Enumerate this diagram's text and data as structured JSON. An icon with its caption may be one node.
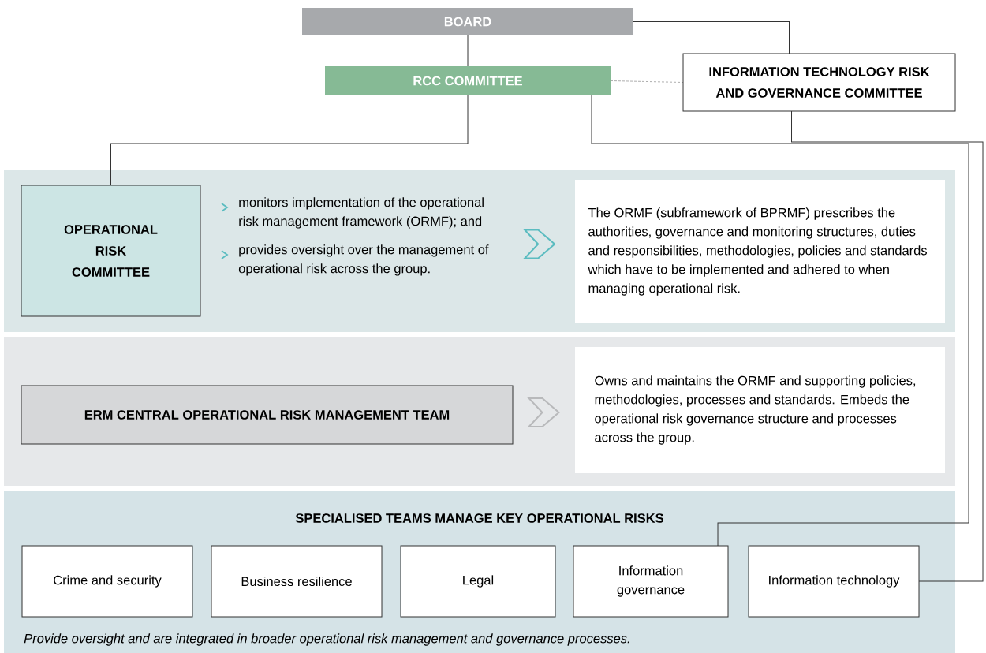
{
  "diagram": {
    "nodes": [
      {
        "text": [
          "BOARD"
        ]
      },
      {
        "text": [
          "RCC COMMITTEE"
        ]
      },
      {
        "text": [
          "INFORMATION TECHNOLOGY RISK AND GOVERNANCE COMMITTEE"
        ]
      },
      {
        "text": [],
        "shape": "box"
      },
      {
        "text": [
          "OPERATIONAL RISK COMMITTEE"
        ],
        "in": 3
      },
      {
        "text": [
          "monitors implementation of the operational risk management framework (ORMF); and",
          "provides oversight over the management of operational risk across the group."
        ],
        "in": 3
      },
      {
        "text": [
          "The ORMF (subframework of BPRMF) prescribes the authorities, governance and monitoring structures, duties and responsibilities, methodologies, policies and standards which have to be implemented and adhered to when managing operational risk."
        ],
        "in": 3
      },
      {
        "text": [],
        "shape": "box"
      },
      {
        "text": [
          "ERM CENTRAL OPERATIONAL RISK MANAGEMENT TEAM"
        ],
        "in": 7
      },
      {
        "text": [
          "Owns and maintains the ORMF and supporting policies, methodologies, processes and standards. Embeds the operational risk governance structure and processes across the group."
        ],
        "in": 7
      },
      {
        "text": [
          "SPECIALISED TEAMS MANAGE KEY OPERATIONAL RISKS",
          "Provide oversight and are integrated in broader operational risk management and governance processes."
        ]
      },
      {
        "text": [
          "Crime and security"
        ],
        "in": 10
      },
      {
        "text": [
          "Business resilience"
        ],
        "in": 10
      },
      {
        "text": [
          "Legal"
        ],
        "in": 10
      },
      {
        "text": [
          "Information governance"
        ],
        "in": 10
      },
      {
        "text": [
          "Information technology"
        ],
        "in": 10
      }
    ],
    "edges": [
      {
        "from": 0,
        "to": 1,
        "arrow": "none"
      },
      {
        "from": 0,
        "to": 2,
        "arrow": "none"
      },
      {
        "from": 1,
        "to": 2,
        "arrow": "none",
        "style": "dashed"
      },
      {
        "from": 1,
        "to": 4,
        "arrow": "none"
      },
      {
        "from": 1,
        "to": 14,
        "arrow": "none"
      },
      {
        "from": 2,
        "to": 15,
        "arrow": "none"
      },
      {
        "from": 5,
        "to": 6,
        "arrow": "to",
        "color": "#5bbcc0"
      },
      {
        "from": 8,
        "to": 9,
        "arrow": "to",
        "color": "#b8b9bb"
      }
    ]
  }
}
